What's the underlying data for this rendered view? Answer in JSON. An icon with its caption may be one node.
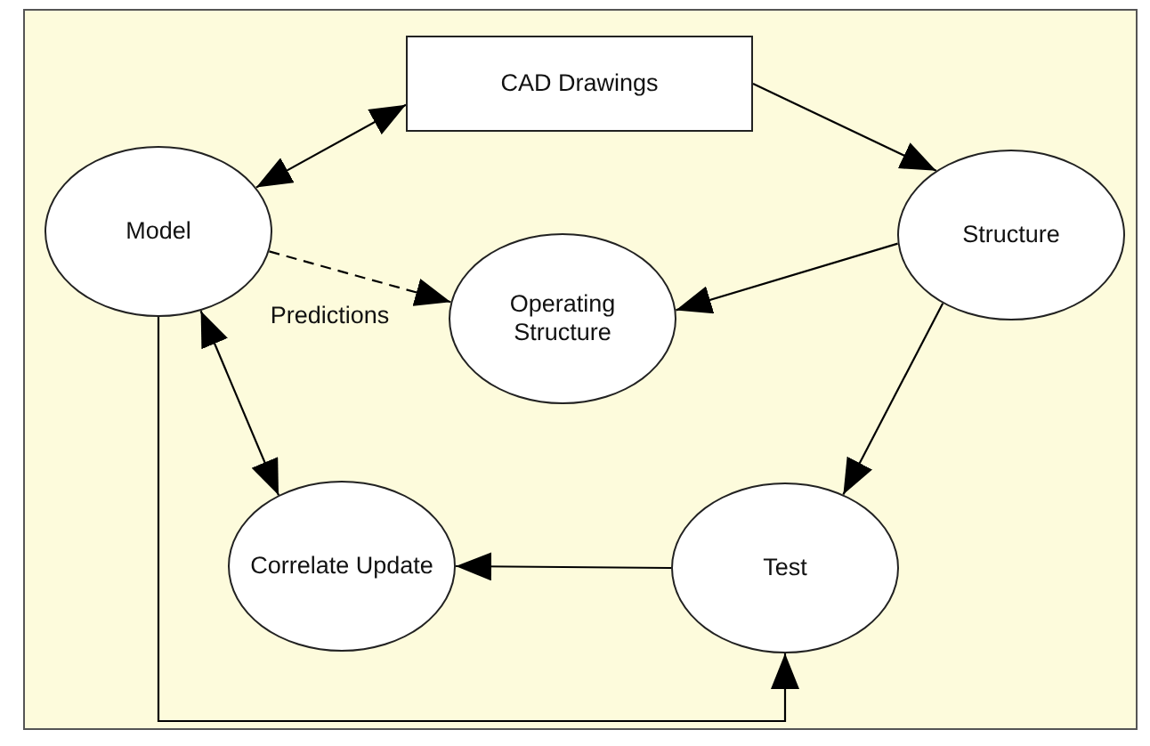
{
  "diagram": {
    "nodes": [
      {
        "text": [
          "CAD Drawings"
        ]
      },
      {
        "text": [
          "Model"
        ]
      },
      {
        "text": [
          "Structure"
        ]
      },
      {
        "text": [
          "Operating Structure"
        ]
      },
      {
        "text": [
          "Correlate Update"
        ]
      },
      {
        "text": [
          "Test"
        ]
      }
    ],
    "edges": [
      {
        "from": 1,
        "to": 0,
        "arrow": "both"
      },
      {
        "from": 0,
        "to": 2,
        "arrow": "to"
      },
      {
        "from": 1,
        "to": 3,
        "arrow": "to",
        "style": "dashed",
        "label": "Predictions"
      },
      {
        "from": 2,
        "to": 3,
        "arrow": "to"
      },
      {
        "from": 2,
        "to": 5,
        "arrow": "to"
      },
      {
        "from": 1,
        "to": 4,
        "arrow": "both"
      },
      {
        "from": 5,
        "to": 4,
        "arrow": "to"
      },
      {
        "from": 1,
        "to": 5,
        "arrow": "to"
      }
    ]
  }
}
